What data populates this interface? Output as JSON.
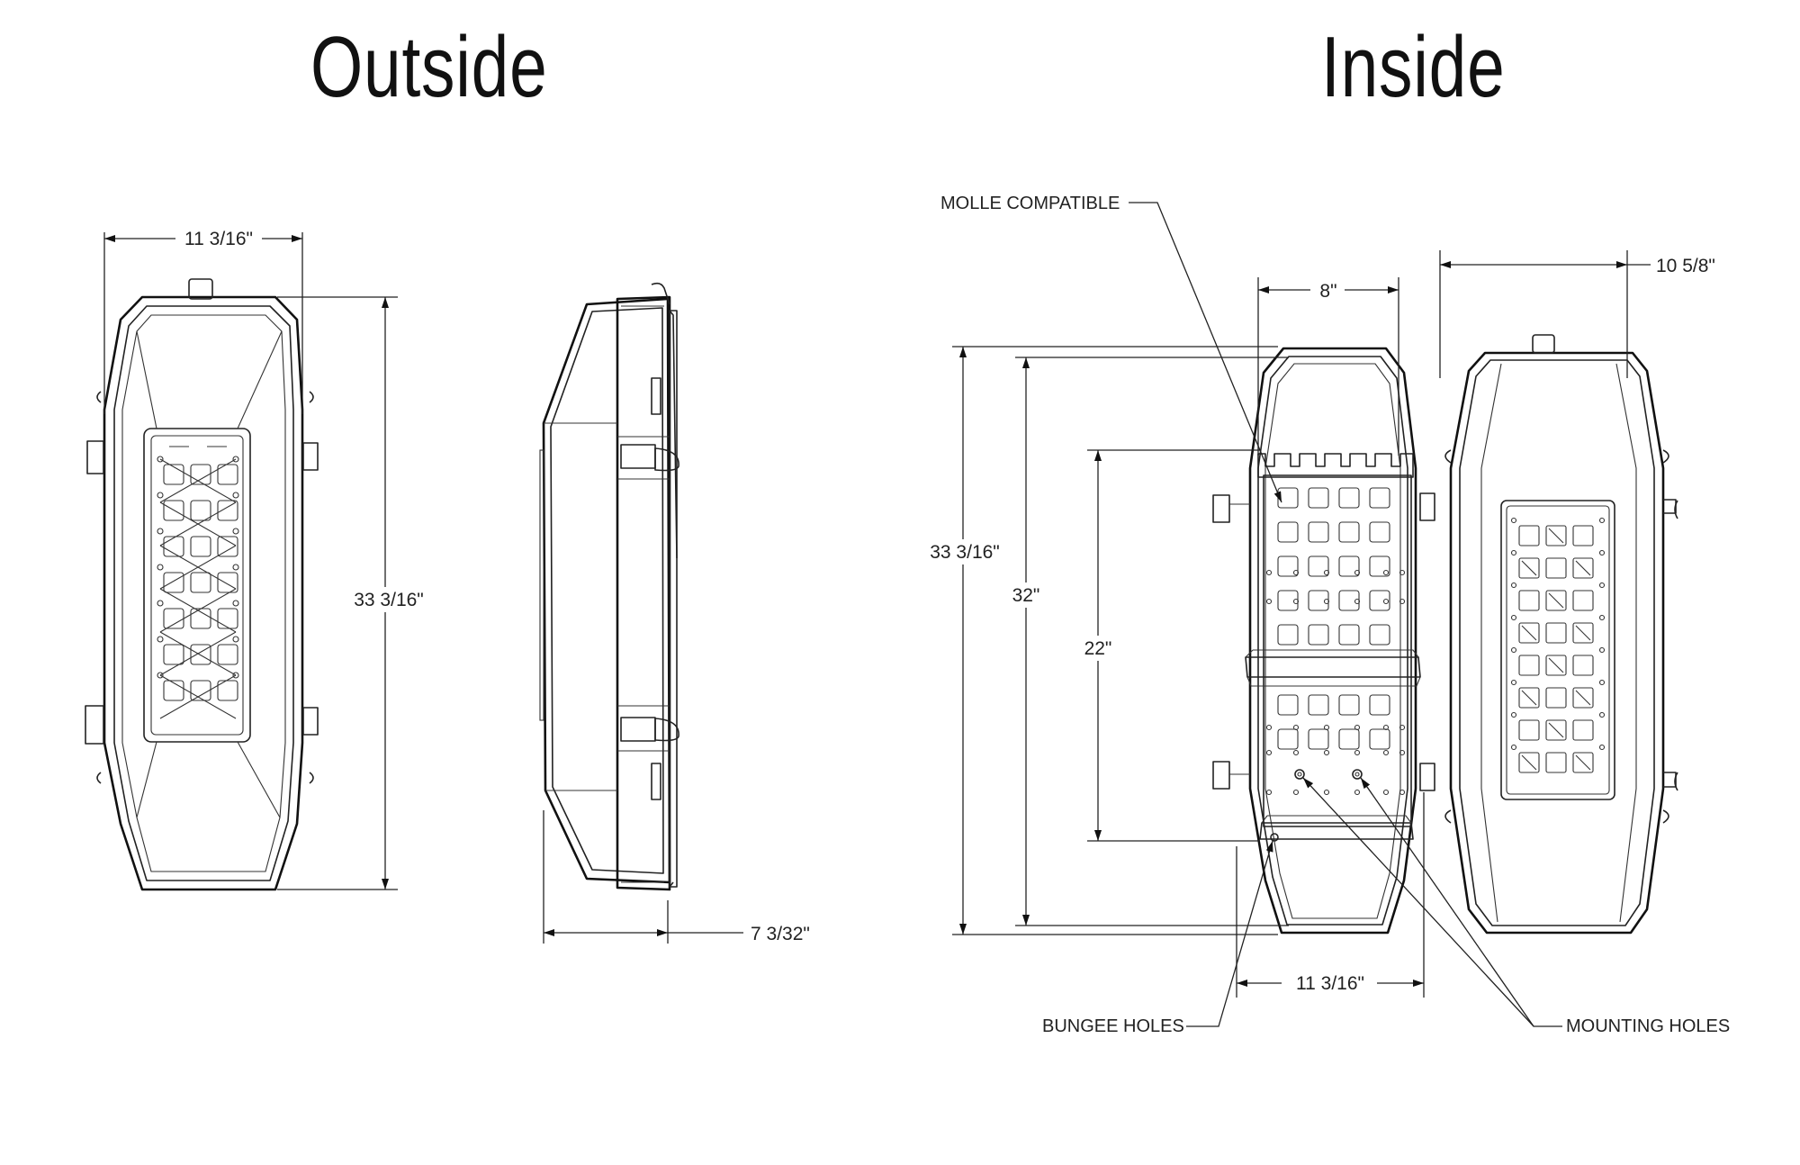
{
  "headings": {
    "outside": "Outside",
    "inside": "Inside"
  },
  "dimensions": {
    "outside_width": "11 3/16\"",
    "outside_height": "33 3/16\"",
    "side_depth": "7 3/32\"",
    "inside_panel_width": "8\"",
    "inside_open_depth": "10 5/8\"",
    "inside_outer_height": "33 3/16\"",
    "inside_inner_height": "32\"",
    "inside_panel_height": "22\"",
    "inside_width": "11 3/16\""
  },
  "callouts": {
    "molle": "MOLLE COMPATIBLE",
    "bungee": "BUNGEE HOLES",
    "mounting": "MOUNTING HOLES"
  }
}
